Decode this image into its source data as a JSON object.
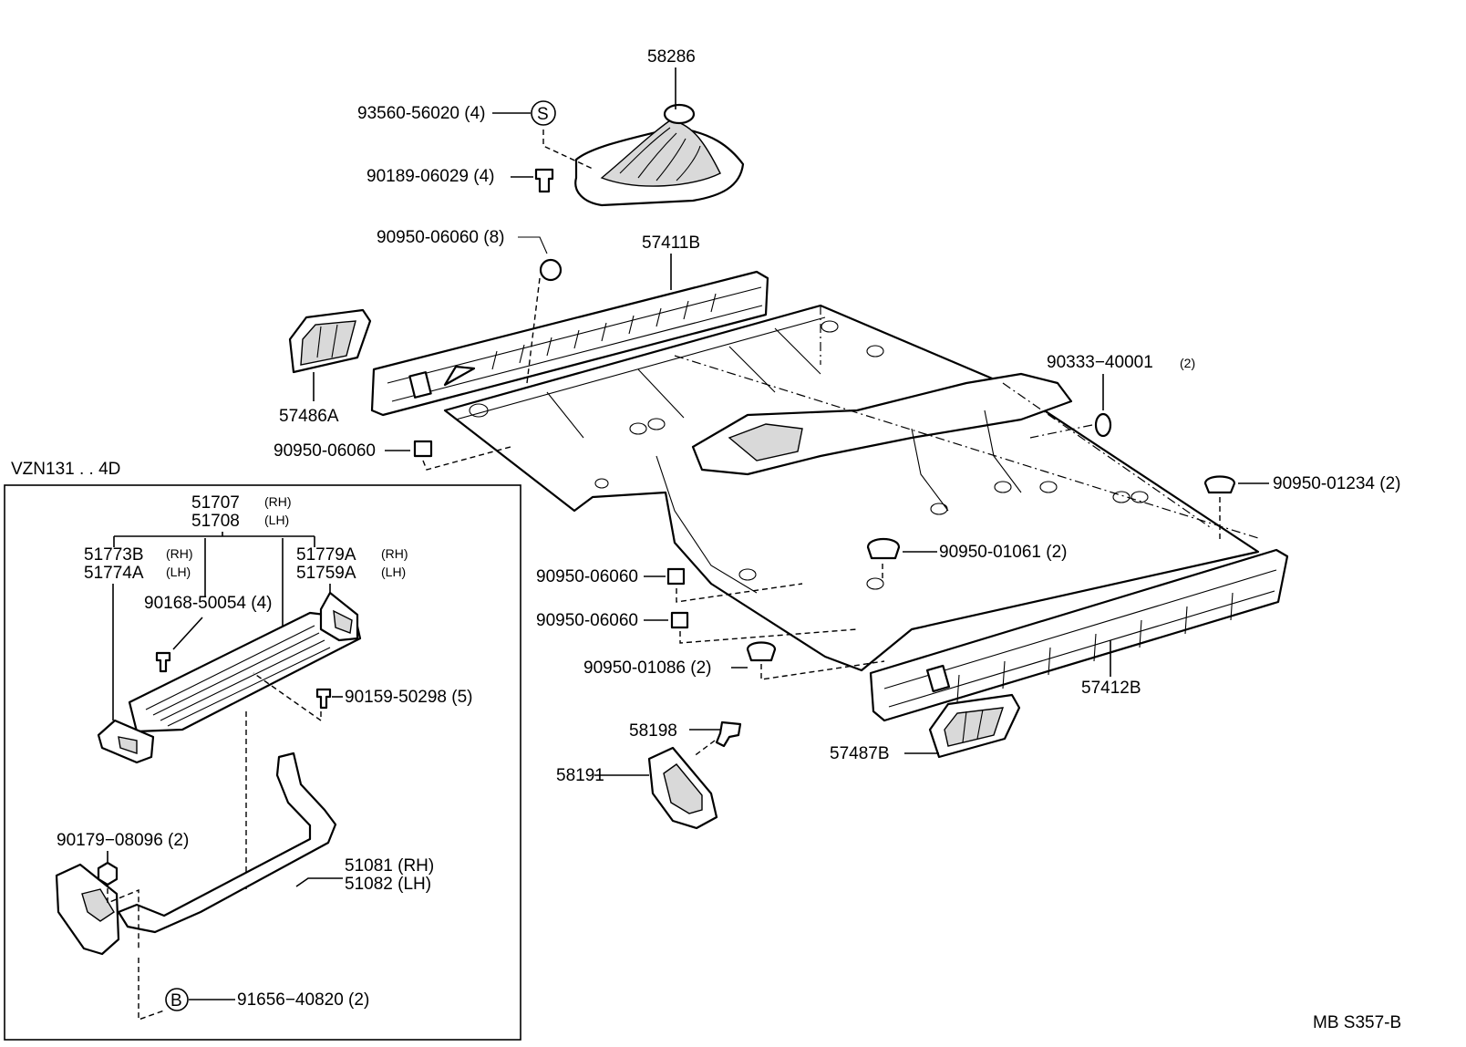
{
  "drawing_id": "MB S357-B",
  "inset": {
    "title": "VZN131 . . 4D"
  },
  "callouts": {
    "p58286": "58286",
    "p93560": "93560-56020 (4)",
    "p93560_sym": "S",
    "p90189": "90189-06029 (4)",
    "p90950_06060_8": "90950-06060 (8)",
    "p57411b": "57411B",
    "p57486a": "57486A",
    "p90333_code": "90333−40001",
    "p90333_qty": "(2)",
    "p90950_06060_a": "90950-06060",
    "p90950_01234": "90950-01234 (2)",
    "p90950_01061": "90950-01061 (2)",
    "p90950_06060_b": "90950-06060",
    "p90950_06060_c": "90950-06060",
    "p90950_01086": "90950-01086 (2)",
    "p57412b": "57412B",
    "p58198": "58198",
    "p57487b": "57487B",
    "p58191": "58191",
    "p51707": "51707",
    "p51707_side": "(RH)",
    "p51708": "51708",
    "p51708_side": "(LH)",
    "p51773b": "51773B",
    "p51773b_side": "(RH)",
    "p51774a": "51774A",
    "p51774a_side": "(LH)",
    "p51779a": "51779A",
    "p51779a_side": "(RH)",
    "p51759a": "51759A",
    "p51759a_side": "(LH)",
    "p90168": "90168-50054 (4)",
    "p90159": "90159-50298 (5)",
    "p90179": "90179−08096 (2)",
    "p51081": "51081 (RH)",
    "p51082": "51082 (LH)",
    "p91656": "91656−40820 (2)",
    "p91656_sym": "B"
  }
}
